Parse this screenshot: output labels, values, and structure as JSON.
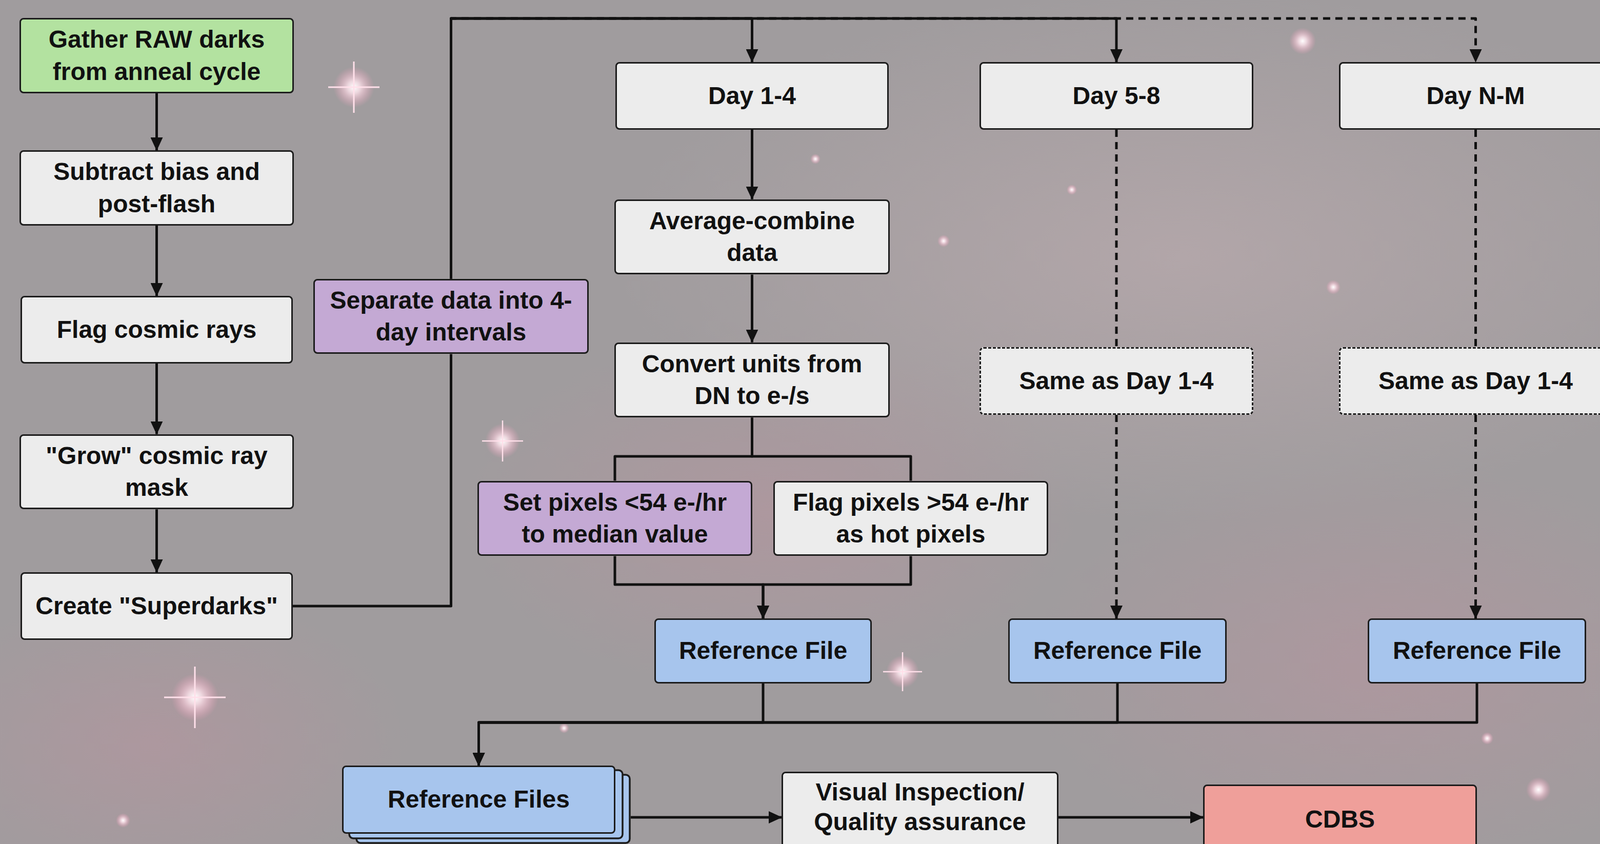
{
  "diagram": {
    "nodes": [
      {
        "text": [
          "Gather RAW darks from anneal cycle"
        ]
      },
      {
        "text": [
          "Subtract bias and post-flash"
        ]
      },
      {
        "text": [
          "Flag cosmic rays"
        ]
      },
      {
        "text": [
          "\"Grow\" cosmic ray mask"
        ]
      },
      {
        "text": [
          "Create \"Superdarks\""
        ]
      },
      {
        "text": [
          "Separate data into 4-day intervals"
        ]
      },
      {
        "text": [
          "Day 1-4"
        ]
      },
      {
        "text": [
          "Day 5-8"
        ]
      },
      {
        "text": [
          "Day N-M"
        ]
      },
      {
        "text": [
          "Average-combine data"
        ]
      },
      {
        "text": [
          "Convert units from DN to e-/s"
        ]
      },
      {
        "text": [
          "Same as Day 1-4"
        ]
      },
      {
        "text": [
          "Same as Day 1-4"
        ]
      },
      {
        "text": [
          "Set pixels <54 e-/hr to median value"
        ]
      },
      {
        "text": [
          "Flag pixels >54 e-/hr as hot pixels"
        ]
      },
      {
        "text": [
          "Reference File"
        ]
      },
      {
        "text": [
          "Reference File"
        ]
      },
      {
        "text": [
          "Reference File"
        ]
      },
      {
        "text": [
          "Reference Files"
        ]
      },
      {
        "text": [
          "Visual Inspection/ Quality assurance"
        ]
      },
      {
        "text": [
          "CDBS"
        ]
      }
    ],
    "edges": [
      {
        "from": 0,
        "to": 1,
        "arrow": "to"
      },
      {
        "from": 1,
        "to": 2,
        "arrow": "to"
      },
      {
        "from": 2,
        "to": 3,
        "arrow": "to"
      },
      {
        "from": 3,
        "to": 4,
        "arrow": "to"
      },
      {
        "from": 4,
        "to": 5,
        "arrow": "none"
      },
      {
        "from": 5,
        "to": 6,
        "arrow": "to"
      },
      {
        "from": 5,
        "to": 7,
        "arrow": "to"
      },
      {
        "from": 5,
        "to": 8,
        "arrow": "to"
      },
      {
        "from": 6,
        "to": 9,
        "arrow": "to"
      },
      {
        "from": 9,
        "to": 10,
        "arrow": "to"
      },
      {
        "from": 10,
        "to": 13,
        "arrow": "none"
      },
      {
        "from": 10,
        "to": 14,
        "arrow": "none"
      },
      {
        "from": 13,
        "to": 15,
        "arrow": "to"
      },
      {
        "from": 14,
        "to": 15,
        "arrow": "to"
      },
      {
        "from": 7,
        "to": 11,
        "arrow": "none"
      },
      {
        "from": 11,
        "to": 16,
        "arrow": "to"
      },
      {
        "from": 8,
        "to": 12,
        "arrow": "none"
      },
      {
        "from": 12,
        "to": 17,
        "arrow": "to"
      },
      {
        "from": 15,
        "to": 18,
        "arrow": "to"
      },
      {
        "from": 16,
        "to": 18,
        "arrow": "to"
      },
      {
        "from": 17,
        "to": 18,
        "arrow": "to"
      },
      {
        "from": 18,
        "to": 19,
        "arrow": "to"
      },
      {
        "from": 19,
        "to": 20,
        "arrow": "to"
      }
    ]
  }
}
